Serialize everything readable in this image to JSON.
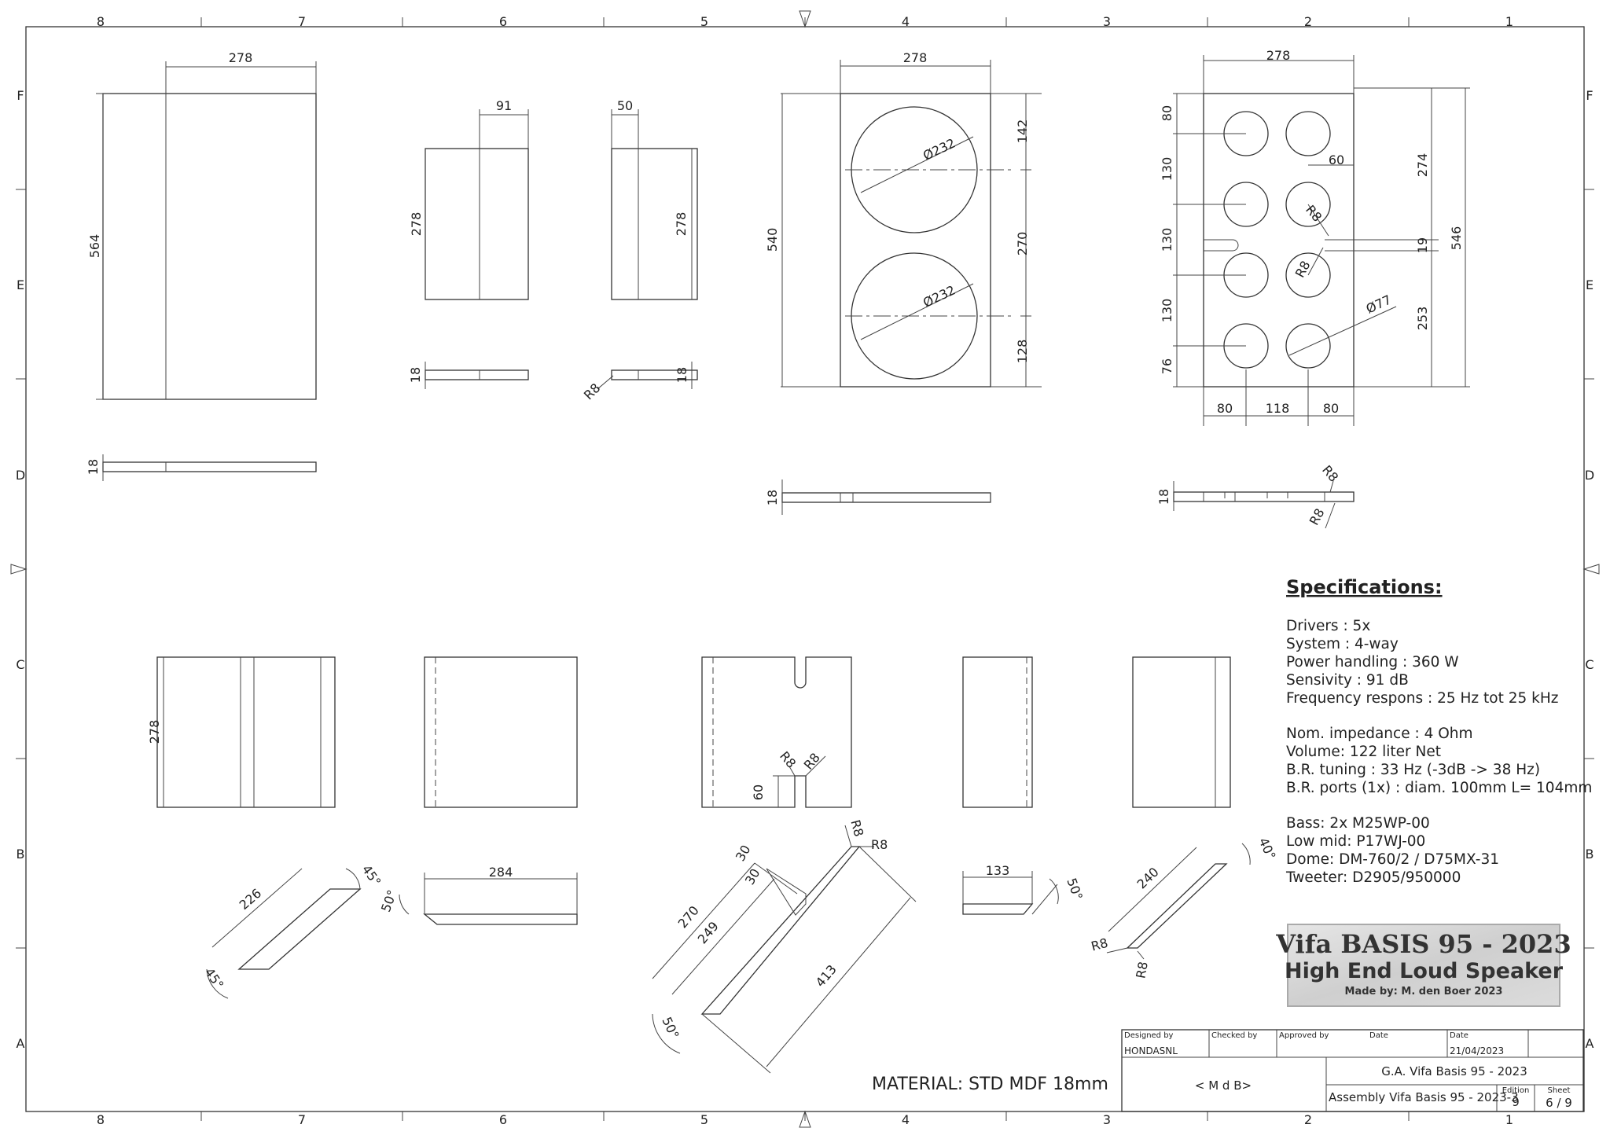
{
  "grid": {
    "columns": [
      "8",
      "7",
      "6",
      "5",
      "4",
      "3",
      "2",
      "1"
    ],
    "rows": [
      "F",
      "E",
      "D",
      "C",
      "B",
      "A"
    ]
  },
  "dims": {
    "side": {
      "width": "278",
      "height": "564",
      "thk": "18"
    },
    "small_a": {
      "top": "91",
      "height": "278",
      "thk": "18"
    },
    "small_b": {
      "top": "50",
      "height": "278",
      "thk": "18",
      "radius": "R8"
    },
    "front": {
      "width": "278",
      "height": "540",
      "d1": "Ø232",
      "d2": "Ø232",
      "v1": "142",
      "v2": "270",
      "v3": "128",
      "thk": "18"
    },
    "rear": {
      "width": "278",
      "l1": "80",
      "l2": "130",
      "l3": "130",
      "l4": "130",
      "l5": "76",
      "slot": "60",
      "r1": "R8",
      "r2": "R8",
      "dia": "Ø77",
      "v1": "274",
      "v2": "19",
      "v3": "253",
      "v4": "546",
      "b1": "80",
      "b2": "118",
      "b3": "80",
      "thk": "18",
      "r3": "R8",
      "r4": "R8"
    },
    "panel1": {
      "height": "278"
    },
    "panel3": {
      "r1": "R8",
      "r2": "R8",
      "slot": "60"
    },
    "bev1": {
      "len": "226",
      "a1": "45°",
      "a2": "45°"
    },
    "bev2": {
      "len": "284",
      "a": "50°"
    },
    "bev3": {
      "d30a": "30",
      "d30b": "30",
      "r": "R8",
      "r2": "R8",
      "d270": "270",
      "d249": "249",
      "d413": "413",
      "a": "50°"
    },
    "bev4": {
      "len": "133",
      "a": "50°"
    },
    "bev5": {
      "len": "240",
      "a": "40°",
      "r1": "R8",
      "r2": "R8"
    }
  },
  "specs": {
    "title": "Specifications:",
    "lines": [
      "Drivers : 5x",
      "System : 4-way",
      "Power handling : 360 W",
      "Sensivity : 91 dB",
      "Frequency respons : 25 Hz tot 25 kHz",
      "",
      "Nom. impedance : 4 Ohm",
      "Volume: 122 liter Net",
      "B.R. tuning : 33 Hz (-3dB -> 38 Hz)",
      "B.R. ports (1x) : diam. 100mm L= 104mm",
      "",
      "Bass: 2x M25WP-00",
      "Low mid: P17WJ-00",
      "Dome: DM-760/2 / D75MX-31",
      "Tweeter: D2905/950000"
    ]
  },
  "logo": {
    "line1": "Vifa BASIS 95 - 2023",
    "line2": "High End Loud Speaker",
    "line3": "Made by: M. den Boer 2023"
  },
  "material": "MATERIAL: STD MDF 18mm",
  "titleblock": {
    "designed_by_label": "Designed by",
    "designed_by": "HONDASNL",
    "checked_by_label": "Checked by",
    "approved_by_label": "Approved by",
    "date_label1": "Date",
    "date_label2": "Date",
    "date": "21/04/2023",
    "company": "< M d B>",
    "title": "G.A. Vifa Basis 95 - 2023",
    "subtitle": "Assembly Vifa Basis 95 - 2023-3",
    "edition_label": "Edition",
    "edition": "9",
    "sheet_label": "Sheet",
    "sheet": "6 / 9"
  }
}
